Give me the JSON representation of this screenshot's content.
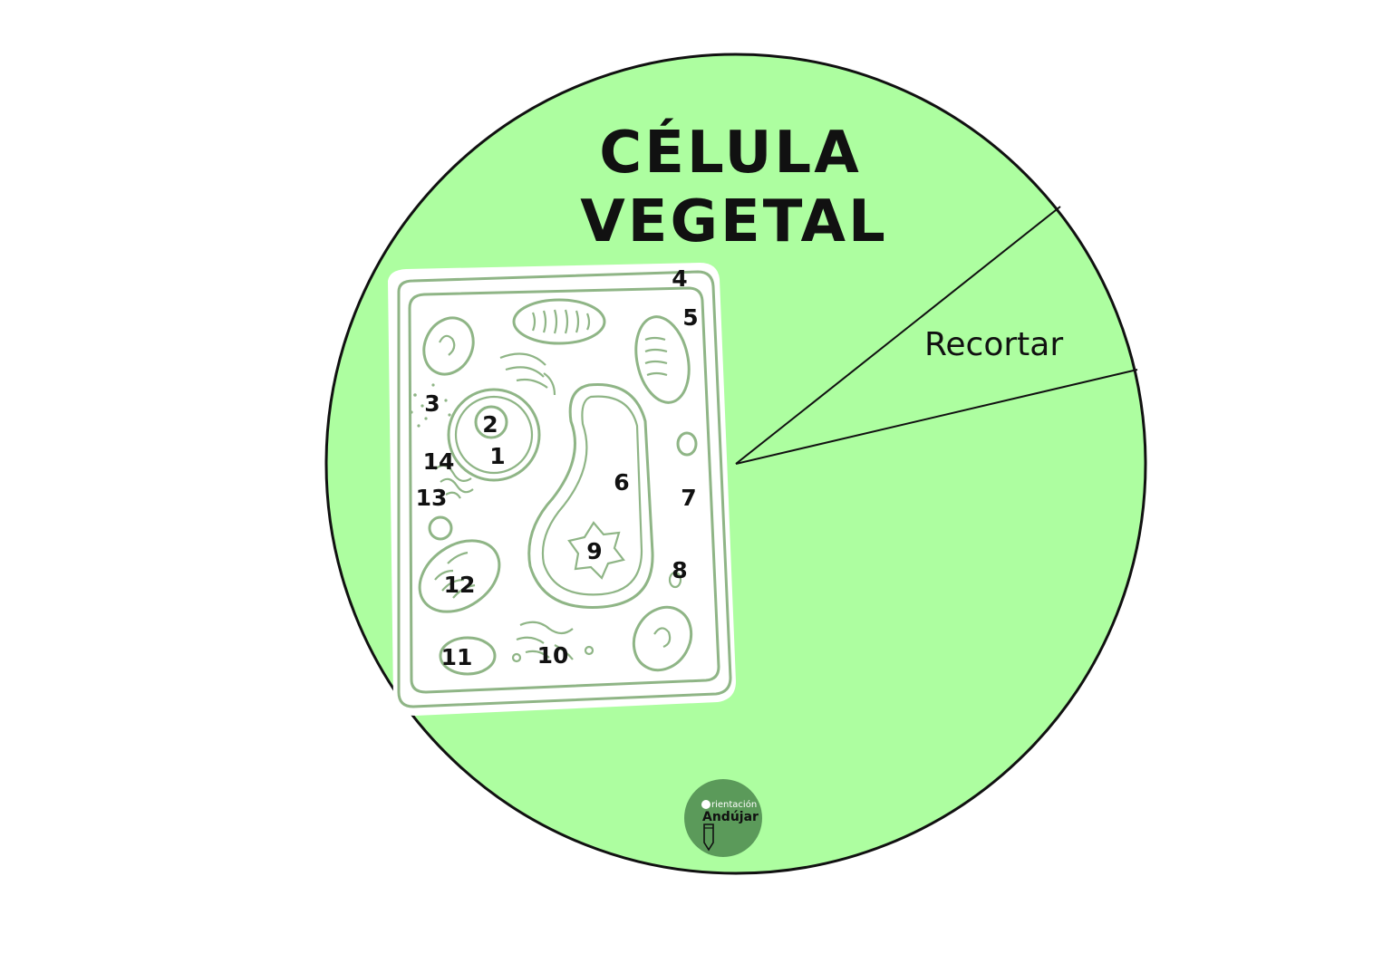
{
  "title": {
    "line1": "CÉLULA",
    "line2": "VEGETAL"
  },
  "cut_label": "Recortar",
  "labels": [
    "1",
    "2",
    "3",
    "4",
    "5",
    "6",
    "7",
    "8",
    "9",
    "10",
    "11",
    "12",
    "13",
    "14"
  ],
  "logo": {
    "small_text": "rientación",
    "big_text": "Andújar"
  },
  "colors": {
    "disc_fill": "#adfea0",
    "cell_outline": "#8fb586",
    "logo_fill": "#5b9a5a",
    "ink": "#111111"
  }
}
